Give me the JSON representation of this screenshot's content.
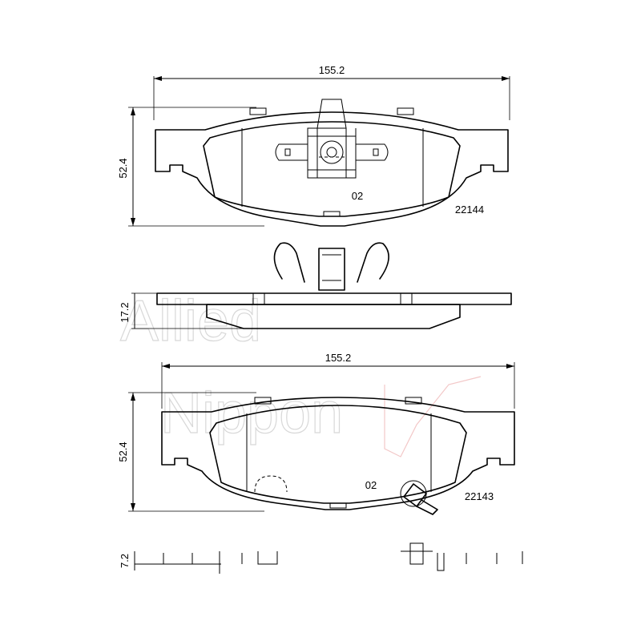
{
  "drawing": {
    "top_view": {
      "width_dim": "155.2",
      "height_dim": "52.4",
      "code": "02",
      "part_number": "22144"
    },
    "top_side_view": {
      "thickness_dim": "17.2"
    },
    "bottom_view": {
      "width_dim": "155.2",
      "height_dim": "52.4",
      "code": "02",
      "part_number": "22143"
    },
    "bottom_side_view": {
      "thickness_dim": "7.2"
    },
    "watermark": {
      "line1": "Allied",
      "line2": "Nippon"
    }
  }
}
